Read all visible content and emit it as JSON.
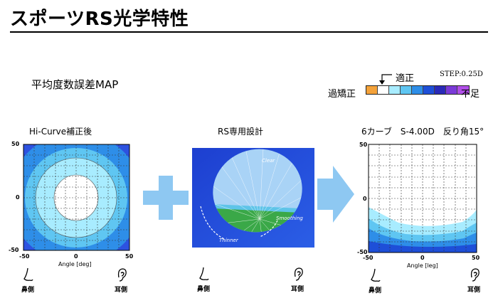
{
  "title": "スポーツRS光学特性",
  "subtitle": "平均度数誤差MAP",
  "legend": {
    "step": "STEP:0.25D",
    "appropriate": "適正",
    "over_corrected": "過矯正",
    "under_corrected": "不足",
    "colors": [
      "#f4a23a",
      "#ffffff",
      "#a8ecff",
      "#5fc6f2",
      "#2e8ee8",
      "#1e4fd8",
      "#2a2ab8",
      "#7a3ad8",
      "#b04ee8"
    ]
  },
  "panels": {
    "left": {
      "title": "Hi-Curve補正後",
      "x_ticks": [
        "-50",
        "0",
        "50"
      ],
      "y_ticks": [
        "50",
        "0",
        "-50"
      ],
      "xlabel": "Angle [deg]",
      "nose_label": "鼻側",
      "ear_label": "耳側"
    },
    "middle": {
      "title": "RS専用設計",
      "clear": "Clear",
      "smoothing": "Smoothing",
      "thinner": "Thinner",
      "nose_label": "鼻側",
      "ear_label": "耳側"
    },
    "right": {
      "title": "6カーブ　S-4.00D　反り角15°",
      "x_ticks": [
        "-50",
        "0",
        "50"
      ],
      "y_ticks": [
        "50",
        "0",
        "-50"
      ],
      "xlabel": "Angle [leg]",
      "nose_label": "鼻側",
      "ear_label": "耳側"
    }
  },
  "icons": {
    "plus": "plus-icon",
    "arrow": "right-arrow-icon",
    "nose": "nose-icon",
    "ear": "ear-icon"
  }
}
